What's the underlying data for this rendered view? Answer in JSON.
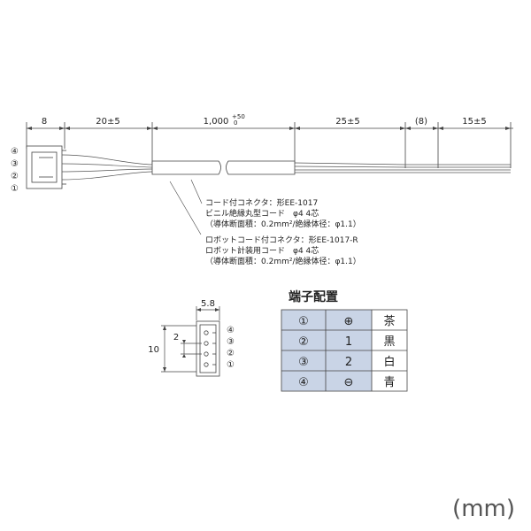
{
  "dimensions": {
    "d1": "8",
    "d2": "20±5",
    "d3_main": "1,000",
    "d3_tol_upper": "+50",
    "d3_tol_lower": "0",
    "d4": "25±5",
    "d5": "(8)",
    "d6": "15±5"
  },
  "pins_left": [
    "④",
    "③",
    "②",
    "①"
  ],
  "note1": {
    "line1": "コード付コネクタ：形EE-1017",
    "line2": "ビニル絶縁丸型コード　φ4  4芯",
    "line3": "（導体断面積：0.2mm²/絶縁体径：φ1.1）"
  },
  "note2": {
    "line1": "ロボットコード付コネクタ：形EE-1017-R",
    "line2": "ロボット計装用コード　φ4  4芯",
    "line3": "（導体断面積：0.2mm²/絶縁体径：φ1.1）"
  },
  "connector": {
    "width_dim": "5.8",
    "pitch_dim": "2",
    "height_dim": "10",
    "pins": [
      "④",
      "③",
      "②",
      "①"
    ]
  },
  "terminal_table": {
    "title": "端子配置",
    "rows": [
      {
        "pin": "①",
        "signal": "⊕",
        "color": "茶"
      },
      {
        "pin": "②",
        "signal": "1",
        "color": "黒"
      },
      {
        "pin": "③",
        "signal": "2",
        "color": "白"
      },
      {
        "pin": "④",
        "signal": "⊖",
        "color": "青"
      }
    ]
  },
  "unit": "(mm)",
  "colors": {
    "line": "#444444",
    "table_shade": "#c9d4e6",
    "unit_text": "#555555"
  }
}
